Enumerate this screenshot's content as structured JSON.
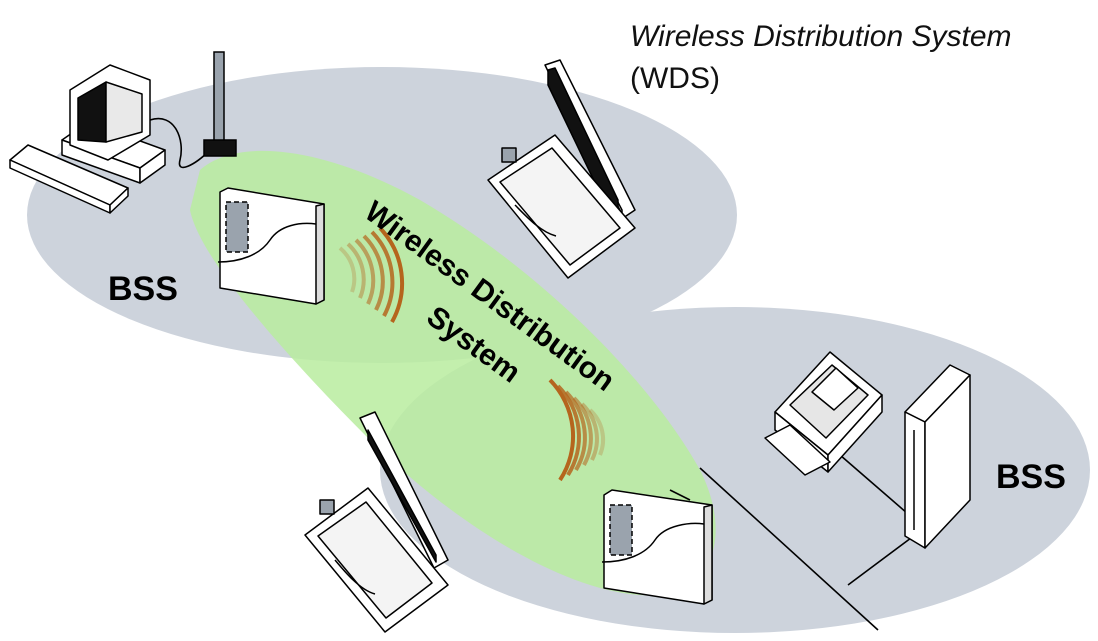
{
  "title": {
    "name": "Wireless Distribution System",
    "abbreviation": "(WDS)"
  },
  "bss_labels": [
    "BSS",
    "BSS"
  ],
  "wds_band": {
    "line1": "Wireless Distribution",
    "line2": "System"
  },
  "colors": {
    "bss_area": "#cdd3dc",
    "wds_area": "#b9ec9f",
    "signal_waves": "#b5651d",
    "outline": "#000000"
  },
  "icons": [
    "desktop-computer-icon",
    "antenna-icon",
    "access-point-icon",
    "laptop-icon",
    "printer-icon",
    "server-tower-icon",
    "signal-waves-icon"
  ]
}
